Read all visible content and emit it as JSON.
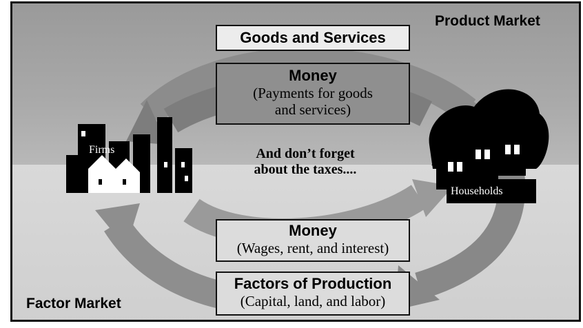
{
  "markets": {
    "product": "Product Market",
    "factor": "Factor Market"
  },
  "boxes": {
    "goods_services": {
      "title": "Goods and Services"
    },
    "money_top": {
      "title": "Money",
      "subtitle": "(Payments for goods\nand services)"
    },
    "money_bottom": {
      "title": "Money",
      "subtitle": "(Wages, rent, and interest)"
    },
    "factors": {
      "title": "Factors of Production",
      "subtitle": "(Capital, land, and labor)"
    }
  },
  "center_note": "And don’t forget\nabout the taxes....",
  "nodes": {
    "firms": "Firms",
    "households": "Households"
  },
  "icons": [
    "factory-icon",
    "house-icon"
  ]
}
